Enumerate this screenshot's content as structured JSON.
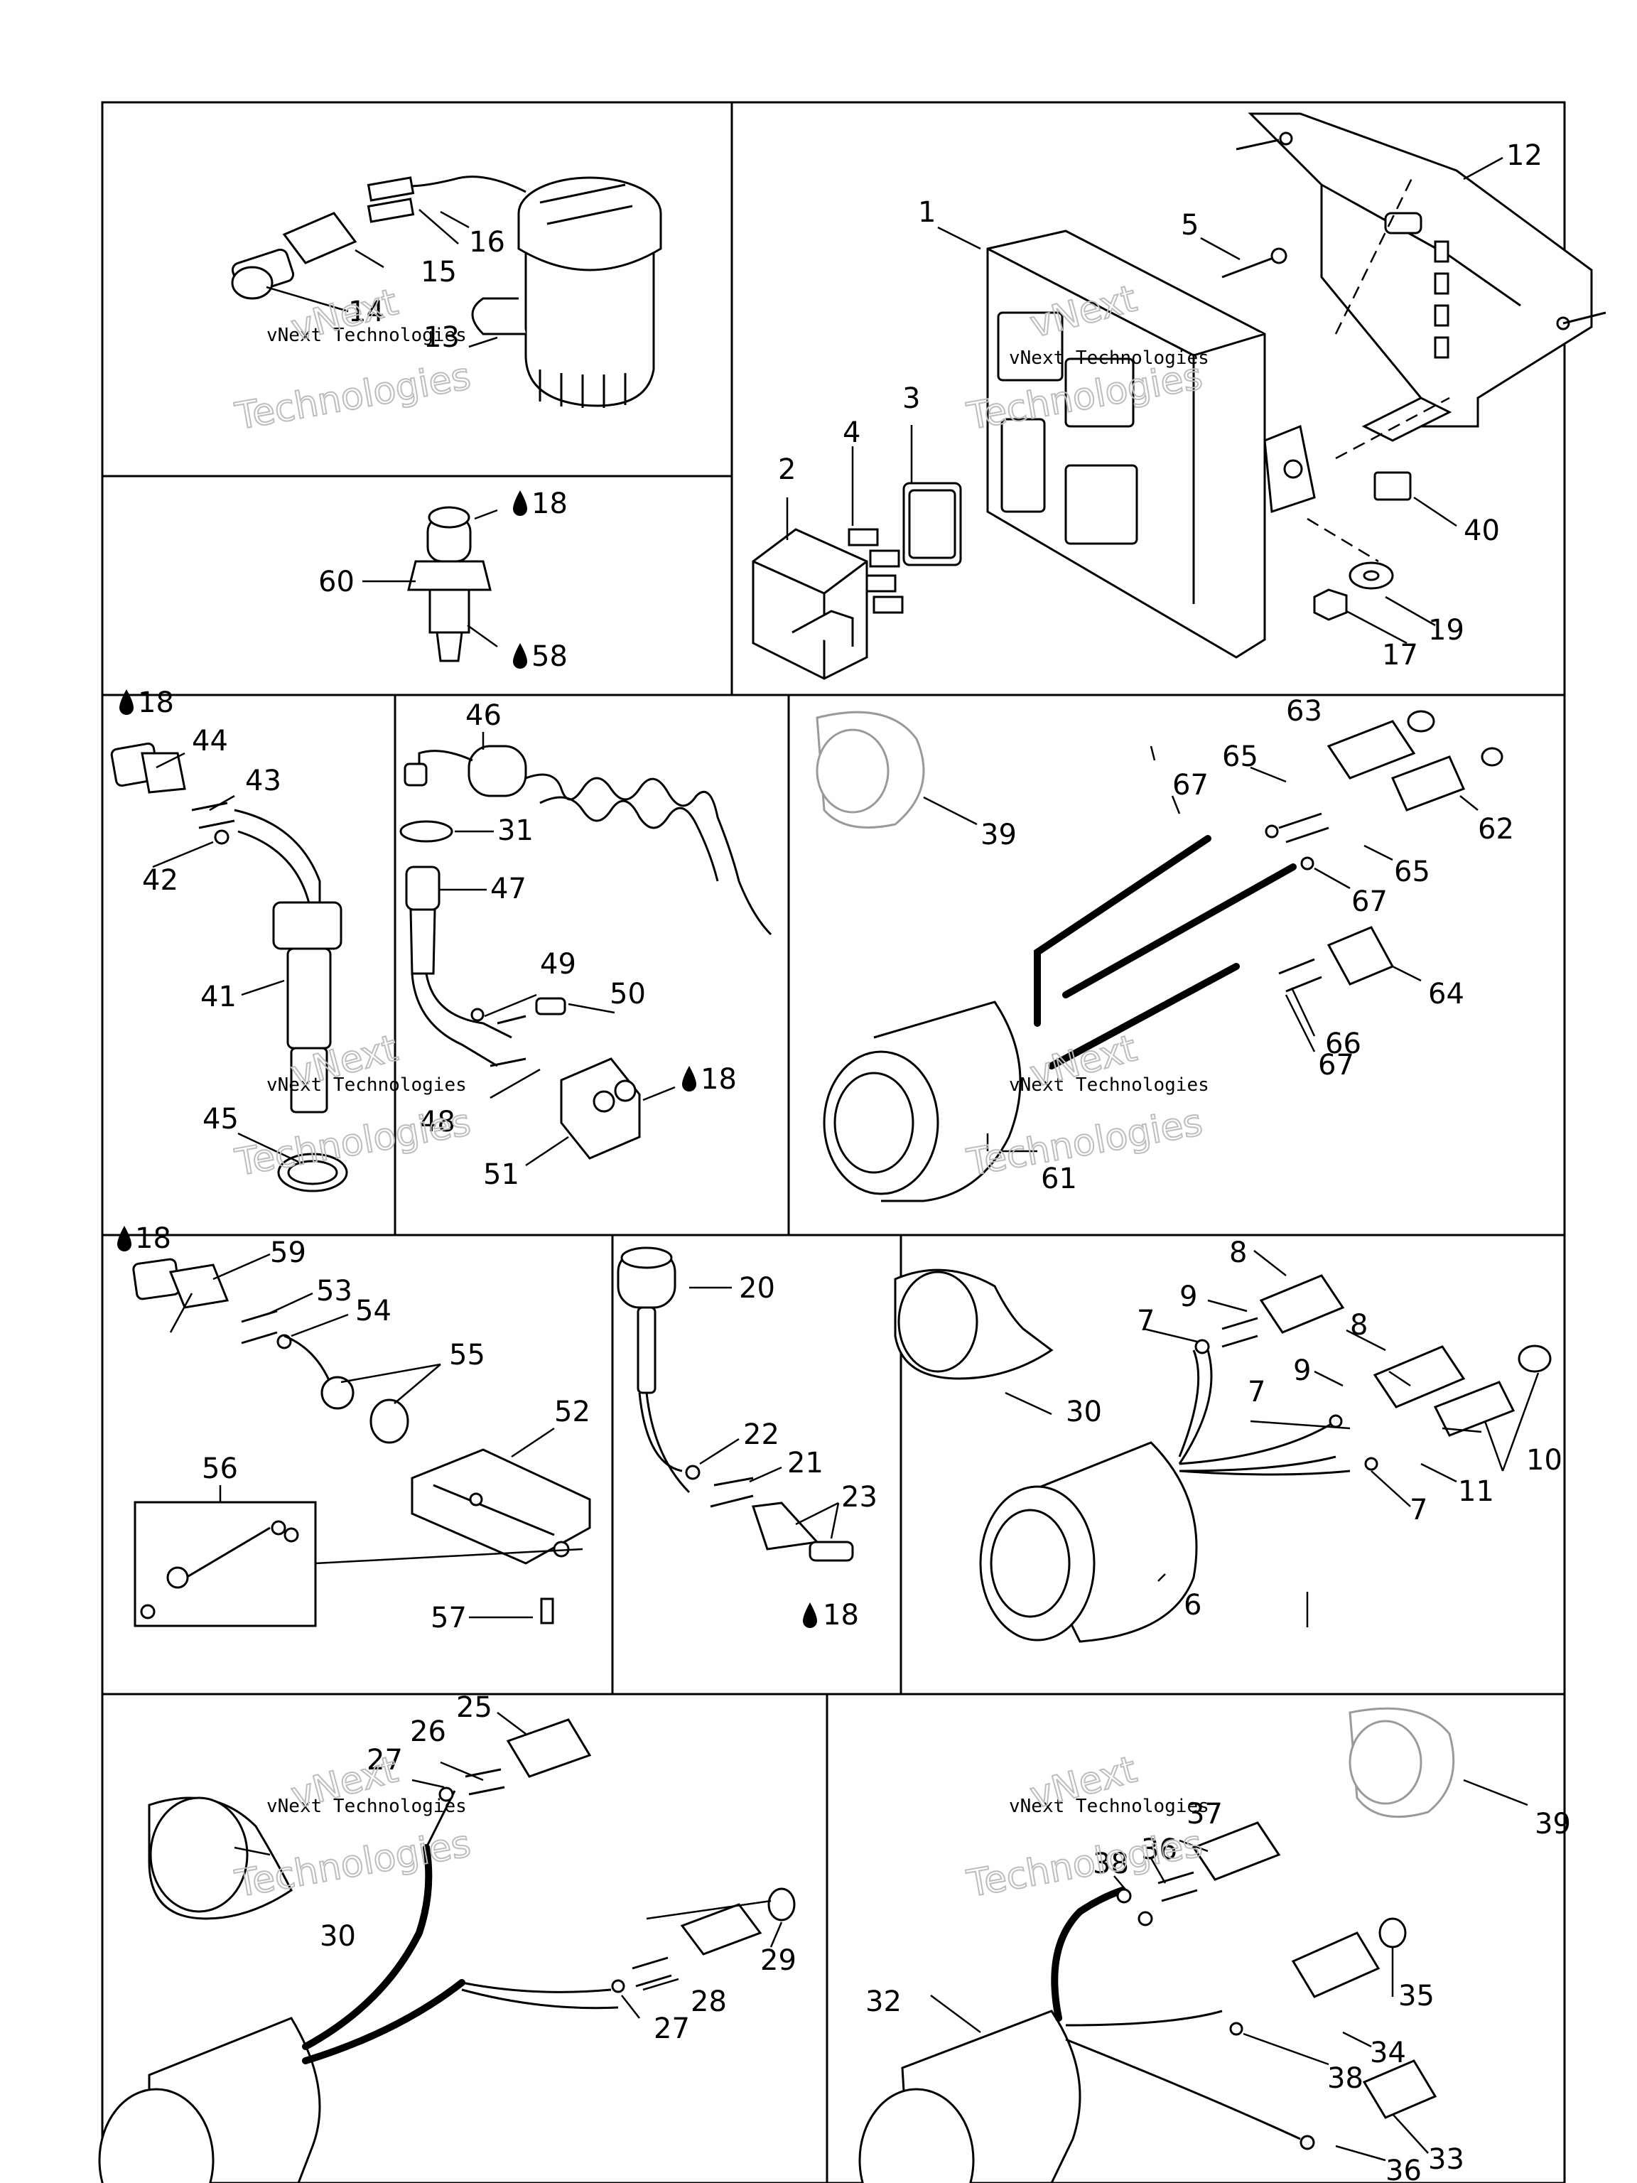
{
  "watermark": {
    "line1": "vNext Technologies",
    "line2_top": "vNext",
    "line2_bottom": "Technologies"
  },
  "drop_icon": "oil-drop-icon",
  "callouts": [
    {
      "id": "c1",
      "text": "1"
    },
    {
      "id": "c2",
      "text": "2"
    },
    {
      "id": "c3",
      "text": "3"
    },
    {
      "id": "c4",
      "text": "4"
    },
    {
      "id": "c5",
      "text": "5"
    },
    {
      "id": "c6",
      "text": "6"
    },
    {
      "id": "c7a",
      "text": "7"
    },
    {
      "id": "c7b",
      "text": "7"
    },
    {
      "id": "c7c",
      "text": "7"
    },
    {
      "id": "c8a",
      "text": "8"
    },
    {
      "id": "c8b",
      "text": "8"
    },
    {
      "id": "c9a",
      "text": "9"
    },
    {
      "id": "c9b",
      "text": "9"
    },
    {
      "id": "c10",
      "text": "10"
    },
    {
      "id": "c11",
      "text": "11"
    },
    {
      "id": "c12",
      "text": "12"
    },
    {
      "id": "c13",
      "text": "13"
    },
    {
      "id": "c14",
      "text": "14"
    },
    {
      "id": "c15",
      "text": "15"
    },
    {
      "id": "c16",
      "text": "16"
    },
    {
      "id": "c17",
      "text": "17"
    },
    {
      "id": "c18a",
      "text": "18"
    },
    {
      "id": "c18b",
      "text": "18"
    },
    {
      "id": "c18c",
      "text": "18"
    },
    {
      "id": "c18d",
      "text": "18"
    },
    {
      "id": "c18e",
      "text": "18"
    },
    {
      "id": "c19",
      "text": "19"
    },
    {
      "id": "c20",
      "text": "20"
    },
    {
      "id": "c21",
      "text": "21"
    },
    {
      "id": "c22",
      "text": "22"
    },
    {
      "id": "c23",
      "text": "23"
    },
    {
      "id": "c25",
      "text": "25"
    },
    {
      "id": "c26",
      "text": "26"
    },
    {
      "id": "c27a",
      "text": "27"
    },
    {
      "id": "c27b",
      "text": "27"
    },
    {
      "id": "c28",
      "text": "28"
    },
    {
      "id": "c29",
      "text": "29"
    },
    {
      "id": "c30a",
      "text": "30"
    },
    {
      "id": "c30b",
      "text": "30"
    },
    {
      "id": "c31",
      "text": "31"
    },
    {
      "id": "c32",
      "text": "32"
    },
    {
      "id": "c33",
      "text": "33"
    },
    {
      "id": "c34",
      "text": "34"
    },
    {
      "id": "c35",
      "text": "35"
    },
    {
      "id": "c36a",
      "text": "36"
    },
    {
      "id": "c36b",
      "text": "36"
    },
    {
      "id": "c37",
      "text": "37"
    },
    {
      "id": "c38a",
      "text": "38"
    },
    {
      "id": "c38b",
      "text": "38"
    },
    {
      "id": "c39a",
      "text": "39"
    },
    {
      "id": "c39b",
      "text": "39"
    },
    {
      "id": "c40",
      "text": "40"
    },
    {
      "id": "c41",
      "text": "41"
    },
    {
      "id": "c42",
      "text": "42"
    },
    {
      "id": "c43",
      "text": "43"
    },
    {
      "id": "c44",
      "text": "44"
    },
    {
      "id": "c45",
      "text": "45"
    },
    {
      "id": "c46",
      "text": "46"
    },
    {
      "id": "c47",
      "text": "47"
    },
    {
      "id": "c48",
      "text": "48"
    },
    {
      "id": "c49",
      "text": "49"
    },
    {
      "id": "c50",
      "text": "50"
    },
    {
      "id": "c51",
      "text": "51"
    },
    {
      "id": "c52",
      "text": "52"
    },
    {
      "id": "c53",
      "text": "53"
    },
    {
      "id": "c54",
      "text": "54"
    },
    {
      "id": "c55",
      "text": "55"
    },
    {
      "id": "c56",
      "text": "56"
    },
    {
      "id": "c57",
      "text": "57"
    },
    {
      "id": "c58",
      "text": "58"
    },
    {
      "id": "c59",
      "text": "59"
    },
    {
      "id": "c60",
      "text": "60"
    },
    {
      "id": "c61",
      "text": "61"
    },
    {
      "id": "c62",
      "text": "62"
    },
    {
      "id": "c63",
      "text": "63"
    },
    {
      "id": "c64",
      "text": "64"
    },
    {
      "id": "c65a",
      "text": "65"
    },
    {
      "id": "c65b",
      "text": "65"
    },
    {
      "id": "c66",
      "text": "66"
    },
    {
      "id": "c67a",
      "text": "67"
    },
    {
      "id": "c67b",
      "text": "67"
    },
    {
      "id": "c67c",
      "text": "67"
    }
  ]
}
